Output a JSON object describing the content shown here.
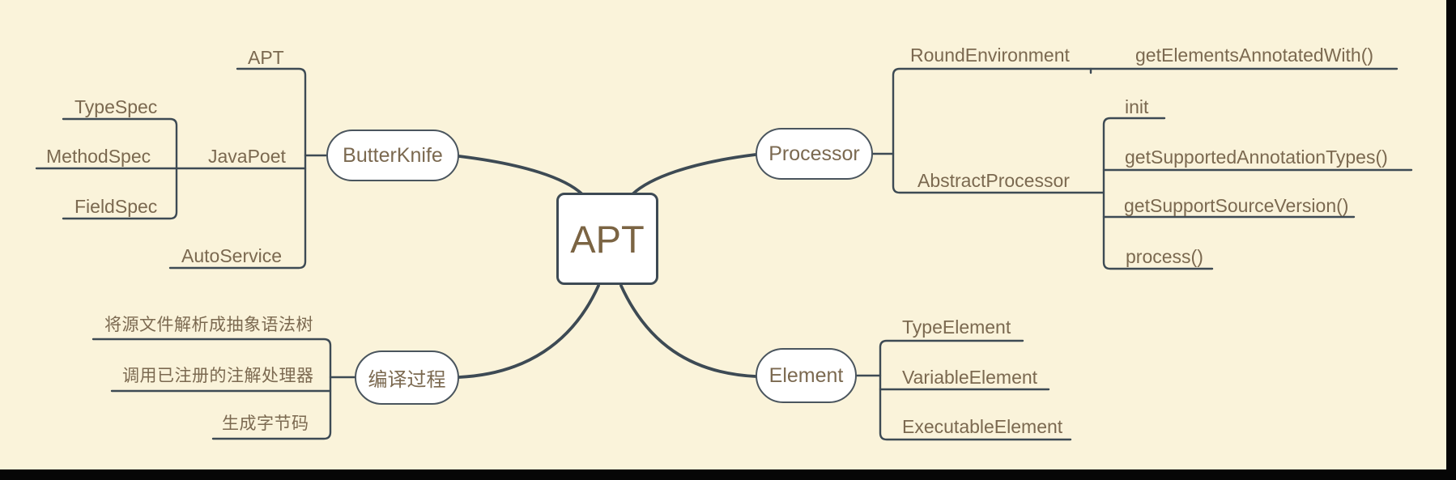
{
  "canvas": {
    "background_color": "#faf3da",
    "line_color": "#3d4a54",
    "text_color": "#7b6950",
    "node_fill_color": "#ffffff",
    "node_border_color": "#4a555e",
    "screen_edge_color": "#060606"
  },
  "mindmap": {
    "root": {
      "label": "APT"
    },
    "branches": [
      {
        "label": "ButterKnife",
        "children": [
          {
            "label": "APT"
          },
          {
            "label": "JavaPoet",
            "children": [
              {
                "label": "TypeSpec"
              },
              {
                "label": "MethodSpec"
              },
              {
                "label": "FieldSpec"
              }
            ]
          },
          {
            "label": "AutoService"
          }
        ]
      },
      {
        "label": "Processor",
        "children": [
          {
            "label": "RoundEnvironment",
            "children": [
              {
                "label": "getElementsAnnotatedWith()"
              }
            ]
          },
          {
            "label": "AbstractProcessor",
            "children": [
              {
                "label": "init"
              },
              {
                "label": "getSupportedAnnotationTypes()"
              },
              {
                "label": "getSupportSourceVersion()"
              },
              {
                "label": "process()"
              }
            ]
          }
        ]
      },
      {
        "label": "编译过程",
        "children": [
          {
            "label": "将源文件解析成抽象语法树"
          },
          {
            "label": "调用已注册的注解处理器"
          },
          {
            "label": "生成字节码"
          }
        ]
      },
      {
        "label": "Element",
        "children": [
          {
            "label": "TypeElement"
          },
          {
            "label": "VariableElement"
          },
          {
            "label": "ExecutableElement"
          }
        ]
      }
    ]
  }
}
